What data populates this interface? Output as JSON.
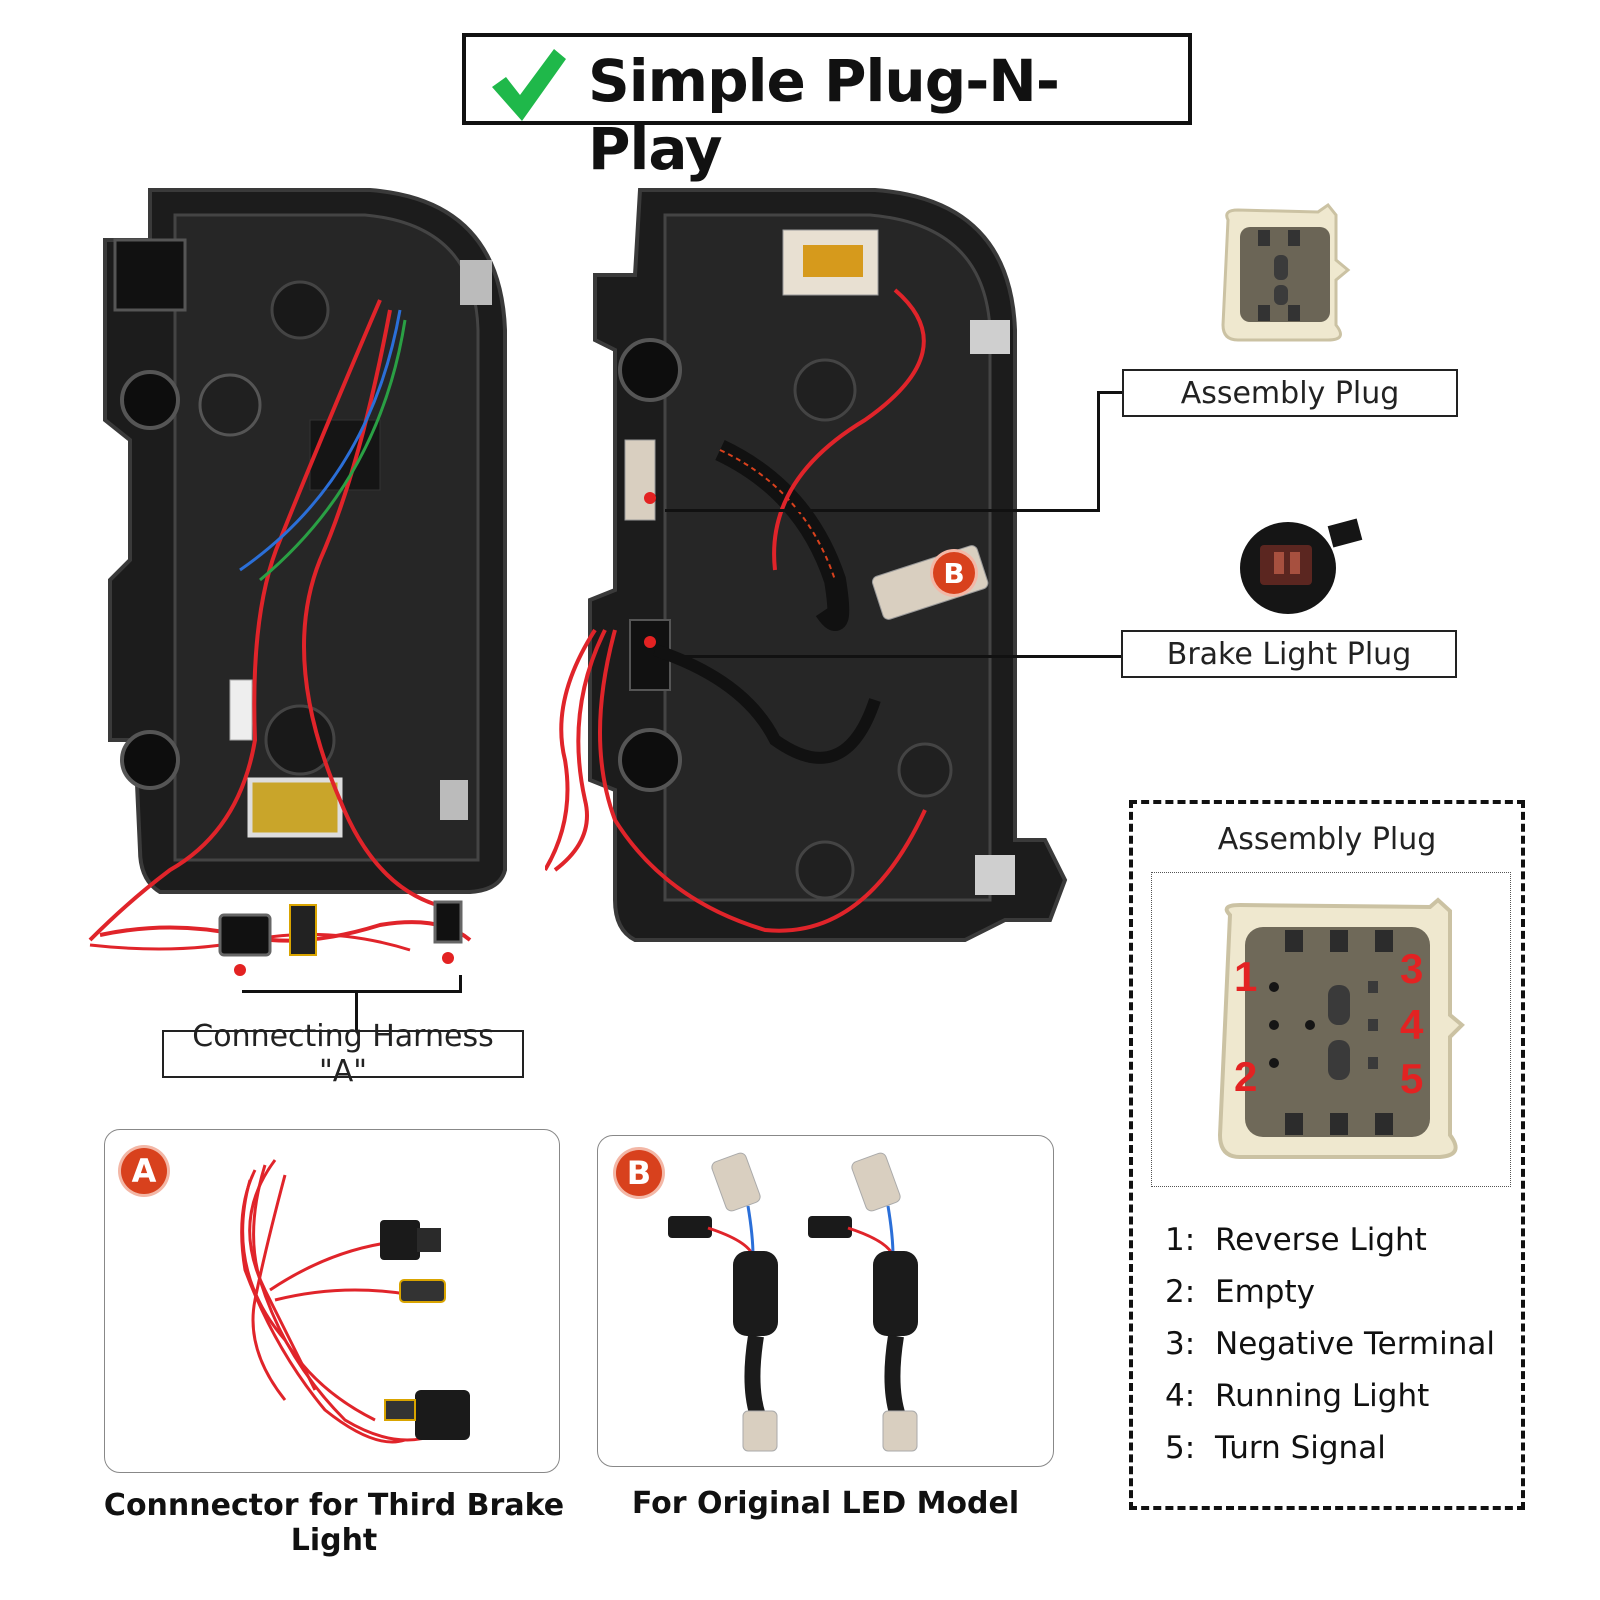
{
  "header": {
    "title": "Simple Plug-N-Play",
    "icon": "check-icon",
    "icon_color": "#1fb84a"
  },
  "callouts": {
    "assembly_plug": "Assembly Plug",
    "brake_light_plug": "Brake Light Plug",
    "connecting_harness": "Connecting Harness \"A\""
  },
  "markers": {
    "b_on_photo": "B"
  },
  "panels": {
    "a": {
      "badge": "A",
      "caption": "Connnector for Third Brake Light"
    },
    "b": {
      "badge": "B",
      "caption": "For Original LED Model"
    }
  },
  "pinout": {
    "title": "Assembly Plug",
    "pin_numbers": [
      "1",
      "2",
      "3",
      "4",
      "5"
    ],
    "items": [
      {
        "num": "1:",
        "label": "Reverse Light"
      },
      {
        "num": "2:",
        "label": "Empty"
      },
      {
        "num": "3:",
        "label": "Negative Terminal"
      },
      {
        "num": "4:",
        "label": "Running Light"
      },
      {
        "num": "5:",
        "label": "Turn Signal"
      }
    ]
  },
  "colors": {
    "accent_red": "#d8411d",
    "wire_red": "#e0242a",
    "marker_red": "#e32222"
  }
}
